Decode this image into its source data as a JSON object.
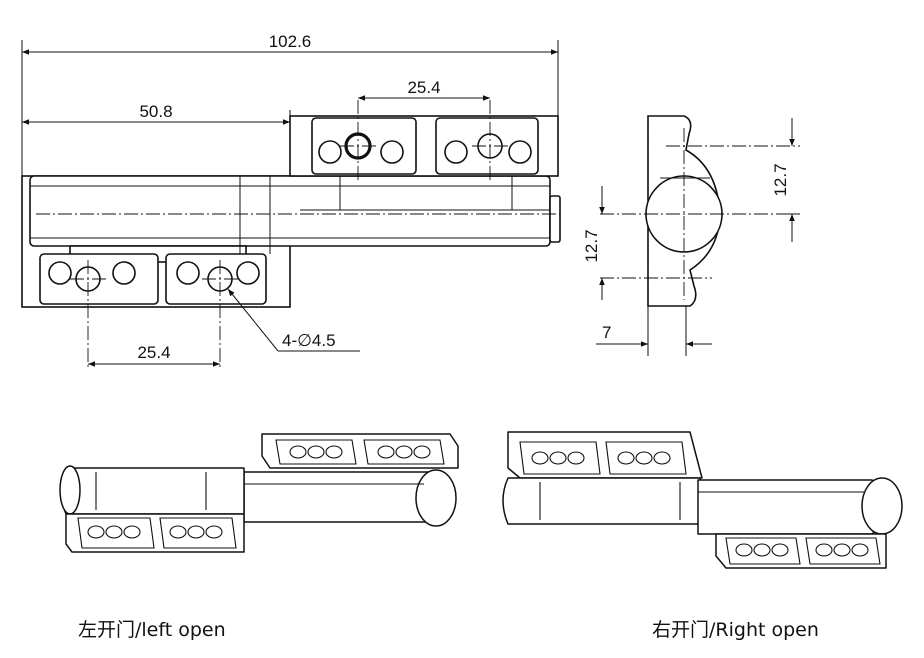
{
  "dimensions": {
    "overall_length": "102.6",
    "half_length": "50.8",
    "hole_spacing_top": "25.4",
    "hole_spacing_bottom": "25.4",
    "hole_spec": "4-∅4.5",
    "side_offset_upper": "12.7",
    "side_offset_lower": "12.7",
    "thickness": "7"
  },
  "captions": {
    "left_open": "左开门/left open",
    "right_open": "右开门/Right open"
  }
}
